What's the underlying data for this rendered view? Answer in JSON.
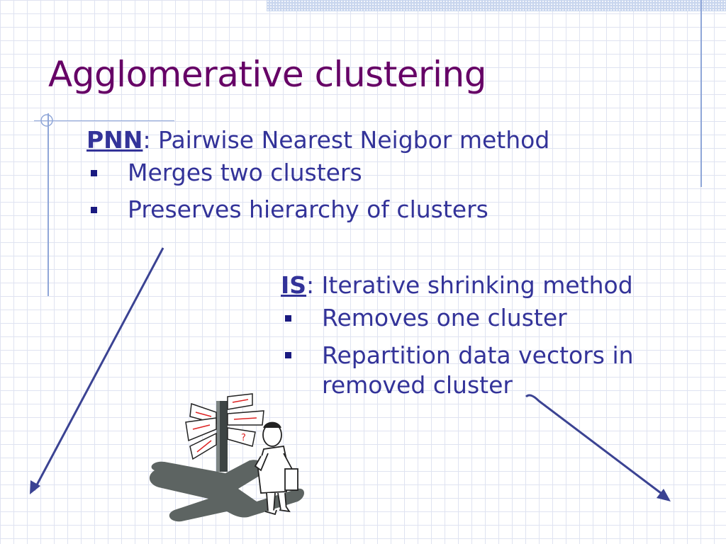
{
  "slide": {
    "title": "Agglomerative clustering",
    "pnn": {
      "term": "PNN",
      "description": ": Pairwise Nearest Neigbor method",
      "bullets": [
        "Merges two clusters",
        "Preserves hierarchy of clusters"
      ]
    },
    "is": {
      "term": "IS",
      "description": ": Iterative shrinking method",
      "bullets": [
        "Removes one cluster",
        "Repartition data vectors in",
        "removed cluster"
      ]
    },
    "clipart": {
      "sign_mark": "?"
    }
  },
  "colors": {
    "title": "#660066",
    "text": "#333399",
    "arrow": "#3b4393",
    "grid": "#dfe3f1"
  }
}
